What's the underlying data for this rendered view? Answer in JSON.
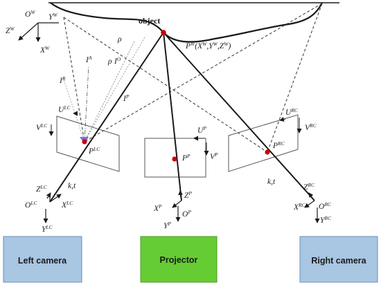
{
  "object_label": "object",
  "point_world": {
    "main": "P",
    "sup": "W",
    "args": "(X",
    "a1": "W",
    "s1": ",Y",
    "a2": "W",
    "s2": ",Z",
    "a3": "W",
    "close": ")"
  },
  "rho": "ρ",
  "ray_labels": {
    "IA": {
      "main": "I",
      "sup": "A"
    },
    "IO": {
      "main": "I",
      "sup": "O"
    },
    "IR": {
      "main": "I",
      "sup": "R"
    },
    "IP": {
      "main": "I",
      "sup": "P"
    }
  },
  "world_axes": {
    "origin": {
      "main": "O",
      "sup": "W"
    },
    "y": {
      "main": "Y",
      "sup": "W"
    },
    "z": {
      "main": "Z",
      "sup": "W"
    },
    "x": {
      "main": "X",
      "sup": "W"
    }
  },
  "left_image": {
    "u": {
      "main": "U",
      "sup": "LC"
    },
    "v": {
      "main": "V",
      "sup": "LC"
    },
    "p": {
      "main": "P",
      "sup": "LC"
    }
  },
  "proj_image": {
    "u": {
      "main": "U",
      "sup": "P"
    },
    "v": {
      "main": "V",
      "sup": "P"
    },
    "p": {
      "main": "P",
      "sup": "P"
    }
  },
  "right_image": {
    "u": {
      "main": "U",
      "sup": "RC"
    },
    "v": {
      "main": "V",
      "sup": "RC"
    },
    "p": {
      "main": "P",
      "sup": "RC"
    }
  },
  "kt": "k,t",
  "left_frame": {
    "z": {
      "main": "Z",
      "sup": "LC"
    },
    "o": {
      "main": "O",
      "sup": "LC"
    },
    "x": {
      "main": "X",
      "sup": "LC"
    },
    "y": {
      "main": "Y",
      "sup": "LC"
    }
  },
  "proj_frame": {
    "z": {
      "main": "Z",
      "sup": "P"
    },
    "x": {
      "main": "X",
      "sup": "P"
    },
    "o": {
      "main": "O",
      "sup": "P"
    },
    "y": {
      "main": "Y",
      "sup": "P"
    }
  },
  "right_frame": {
    "z": {
      "main": "Z",
      "sup": "RC"
    },
    "x": {
      "main": "X",
      "sup": "RC"
    },
    "o": {
      "main": "O",
      "sup": "RC"
    },
    "y": {
      "main": "Y",
      "sup": "RC"
    }
  },
  "boxes": {
    "left": {
      "label": "Left camera",
      "fill": "#a9c6e2"
    },
    "projector": {
      "label": "Projector",
      "fill": "#66cc33"
    },
    "right": {
      "label": "Right camera",
      "fill": "#a9c6e2"
    }
  }
}
